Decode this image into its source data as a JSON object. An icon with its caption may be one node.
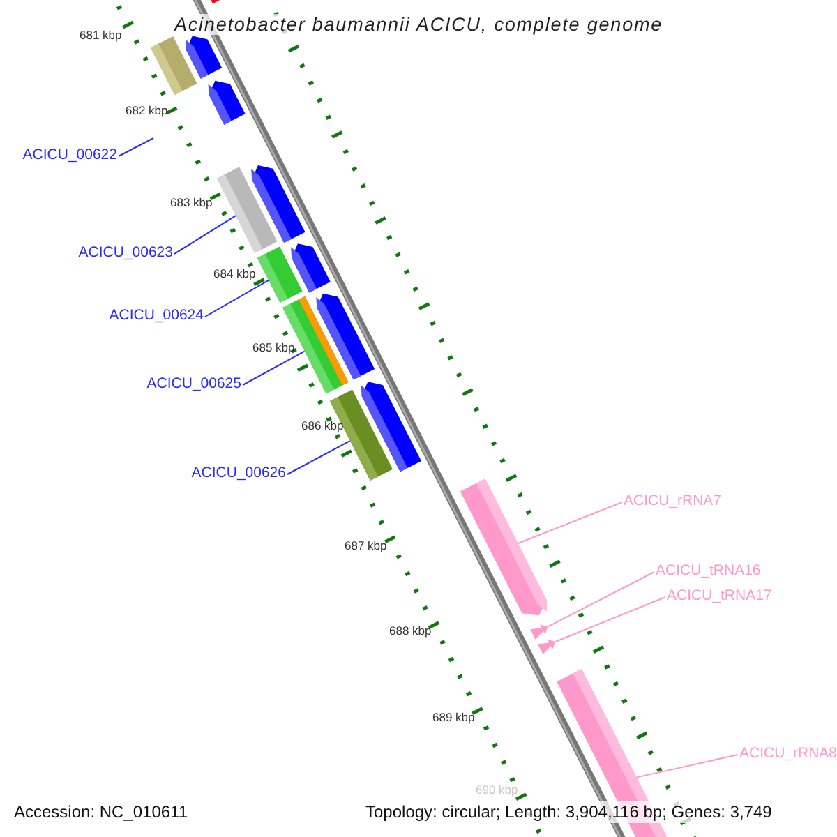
{
  "diagram": {
    "title": "Acinetobacter baumannii ACICU, complete genome",
    "nodes": [
      {
        "text": [
          "ACICU_00622"
        ]
      },
      {
        "text": [
          "ACICU_00623"
        ]
      },
      {
        "text": [
          "ACICU_00624"
        ]
      },
      {
        "text": [
          "ACICU_00625"
        ]
      },
      {
        "text": [
          "ACICU_00626"
        ]
      },
      {
        "text": [
          "ACICU_rRNA7"
        ]
      },
      {
        "text": [
          "ACICU_tRNA16"
        ]
      },
      {
        "text": [
          "ACICU_tRNA17"
        ]
      },
      {
        "text": [
          "ACICU_rRNA8"
        ]
      },
      {
        "text": [],
        "shape": "bar"
      },
      {
        "text": [],
        "shape": "bar"
      },
      {
        "text": [],
        "shape": "bar"
      },
      {
        "text": [],
        "shape": "bar"
      },
      {
        "text": [],
        "shape": "bar"
      },
      {
        "text": [],
        "shape": "triangle"
      },
      {
        "text": [],
        "shape": "triangle"
      },
      {
        "text": [],
        "shape": "bar"
      }
    ],
    "edges": [
      {
        "from": 0,
        "to": null,
        "arrow": "none"
      },
      {
        "from": 1,
        "to": 9,
        "arrow": "none"
      },
      {
        "from": 2,
        "to": 10,
        "arrow": "none"
      },
      {
        "from": 3,
        "to": 11,
        "arrow": "none"
      },
      {
        "from": 4,
        "to": 12,
        "arrow": "none"
      },
      {
        "from": 5,
        "to": 13,
        "arrow": "none",
        "color": "#ff99cc"
      },
      {
        "from": 6,
        "to": 14,
        "arrow": "none",
        "color": "#ff99cc"
      },
      {
        "from": 7,
        "to": 15,
        "arrow": "none",
        "color": "#ff99cc"
      },
      {
        "from": 8,
        "to": 16,
        "arrow": "none",
        "color": "#ff99cc"
      }
    ],
    "labels": [
      "681 kbp",
      "682 kbp",
      "683 kbp",
      "684 kbp",
      "685 kbp",
      "686 kbp",
      "687 kbp",
      "688 kbp",
      "689 kbp",
      "690 kbp",
      "Accession: NC_010611",
      "Topology: circular; Length: 3,904,116 bp; Genes: 3,749"
    ]
  }
}
